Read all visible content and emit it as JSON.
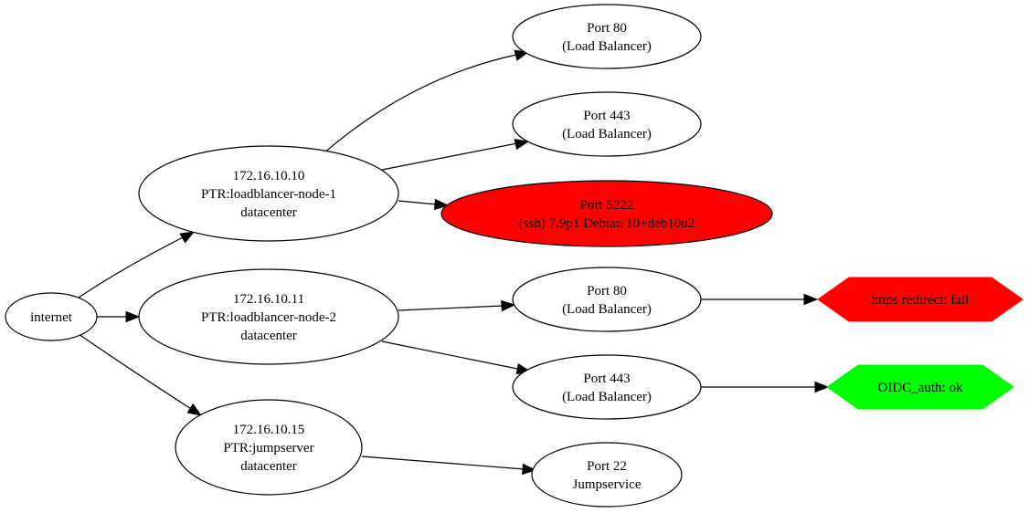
{
  "colors": {
    "danger": "#ff0000",
    "success": "#00ff00",
    "default_fill": "#ffffff"
  },
  "nodes": {
    "internet": {
      "lines": [
        "internet"
      ],
      "fill": "#ffffff"
    },
    "host1": {
      "lines": [
        "172.16.10.10",
        "PTR:loadblancer-node-1",
        "datacenter"
      ],
      "fill": "#ffffff"
    },
    "host2": {
      "lines": [
        "172.16.10.11",
        "PTR:loadblancer-node-2",
        "datacenter"
      ],
      "fill": "#ffffff"
    },
    "host3": {
      "lines": [
        "172.16.10.15",
        "PTR:jumpserver",
        "datacenter"
      ],
      "fill": "#ffffff"
    },
    "h1_port80": {
      "lines": [
        "Port 80",
        "(Load Balancer)"
      ],
      "fill": "#ffffff"
    },
    "h1_port443": {
      "lines": [
        "Port 443",
        "(Load Balancer)"
      ],
      "fill": "#ffffff"
    },
    "h1_port5222": {
      "lines": [
        "Port 5222",
        "(ssh) 7.9p1 Debian 10+deb10u2"
      ],
      "fill": "#ff0000"
    },
    "h2_port80": {
      "lines": [
        "Port 80",
        "(Load Balancer)"
      ],
      "fill": "#ffffff"
    },
    "h2_port443": {
      "lines": [
        "Port 443",
        "(Load Balancer)"
      ],
      "fill": "#ffffff"
    },
    "h3_port22": {
      "lines": [
        "Port 22",
        "Jumpservice"
      ],
      "fill": "#ffffff"
    },
    "check_https": {
      "lines": [
        "https redirect: fail"
      ],
      "fill": "#ff0000"
    },
    "check_oidc": {
      "lines": [
        "OIDC_auth: ok"
      ],
      "fill": "#00ff00"
    }
  },
  "edges": [
    [
      "internet",
      "host1"
    ],
    [
      "internet",
      "host2"
    ],
    [
      "internet",
      "host3"
    ],
    [
      "host1",
      "h1_port80"
    ],
    [
      "host1",
      "h1_port443"
    ],
    [
      "host1",
      "h1_port5222"
    ],
    [
      "host2",
      "h2_port80"
    ],
    [
      "host2",
      "h2_port443"
    ],
    [
      "host3",
      "h3_port22"
    ],
    [
      "h2_port80",
      "check_https"
    ],
    [
      "h2_port443",
      "check_oidc"
    ]
  ]
}
